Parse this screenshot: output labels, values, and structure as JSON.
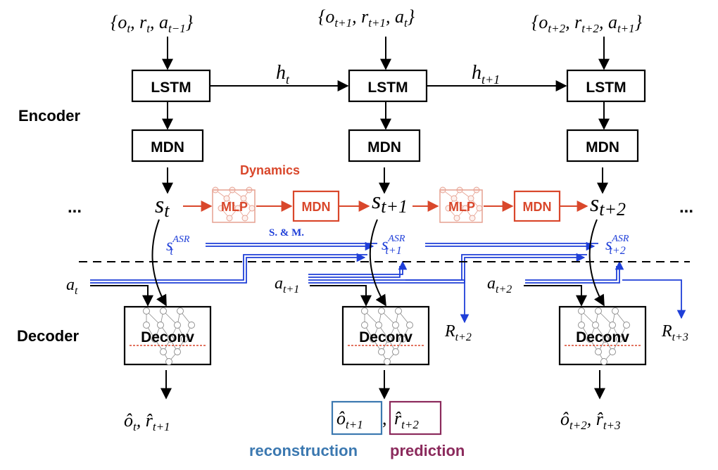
{
  "side_labels": {
    "encoder": "Encoder",
    "decoder": "Decoder"
  },
  "inputs": [
    {
      "o": "o",
      "o_sub": "t",
      "r": "r",
      "r_sub": "t",
      "a": "a",
      "a_sub": "t−1"
    },
    {
      "o": "o",
      "o_sub": "t+1",
      "r": "r",
      "r_sub": "t+1",
      "a": "a",
      "a_sub": "t"
    },
    {
      "o": "o",
      "o_sub": "t+2",
      "r": "r",
      "r_sub": "t+2",
      "a": "a",
      "a_sub": "t+1"
    }
  ],
  "lstm_label": "LSTM",
  "mdn_label": "MDN",
  "hidden": [
    {
      "sym": "h",
      "sub": "t"
    },
    {
      "sym": "h",
      "sub": "t+1"
    }
  ],
  "states": [
    {
      "sym": "s",
      "sub": "t"
    },
    {
      "sym": "s",
      "sub": "t+1"
    },
    {
      "sym": "s",
      "sub": "t+2"
    }
  ],
  "dynamics": {
    "title": "Dynamics",
    "mlp_label": "MLP",
    "mdn_label": "MDN"
  },
  "asr": [
    {
      "sym": "s",
      "sup": "ASR",
      "sub": "t"
    },
    {
      "sym": "s",
      "sup": "ASR",
      "sub": "t+1"
    },
    {
      "sym": "s",
      "sup": "ASR",
      "sub": "t+2"
    }
  ],
  "sm_label": "S. & M.",
  "actions": [
    {
      "sym": "a",
      "sub": "t"
    },
    {
      "sym": "a",
      "sub": "t+1"
    },
    {
      "sym": "a",
      "sub": "t+2"
    }
  ],
  "rewards": [
    {
      "sym": "R",
      "sub": "t+2"
    },
    {
      "sym": "R",
      "sub": "t+3"
    }
  ],
  "deconv_label": "Deconv",
  "outputs": [
    {
      "o": "ô",
      "o_sub": "t",
      "r": "r̂",
      "r_sub": "t+1"
    },
    {
      "o": "ô",
      "o_sub": "t+1",
      "r": "r̂",
      "r_sub": "t+2"
    },
    {
      "o": "ô",
      "o_sub": "t+2",
      "r": "r̂",
      "r_sub": "t+3"
    }
  ],
  "ellipsis": "...",
  "legend": {
    "reconstruction": "reconstruction",
    "prediction": "prediction"
  },
  "colors": {
    "dynamics": "#d9472b",
    "asr": "#1f3fd8",
    "reconstruction": "#3b78b0",
    "prediction": "#8b2a5c"
  }
}
